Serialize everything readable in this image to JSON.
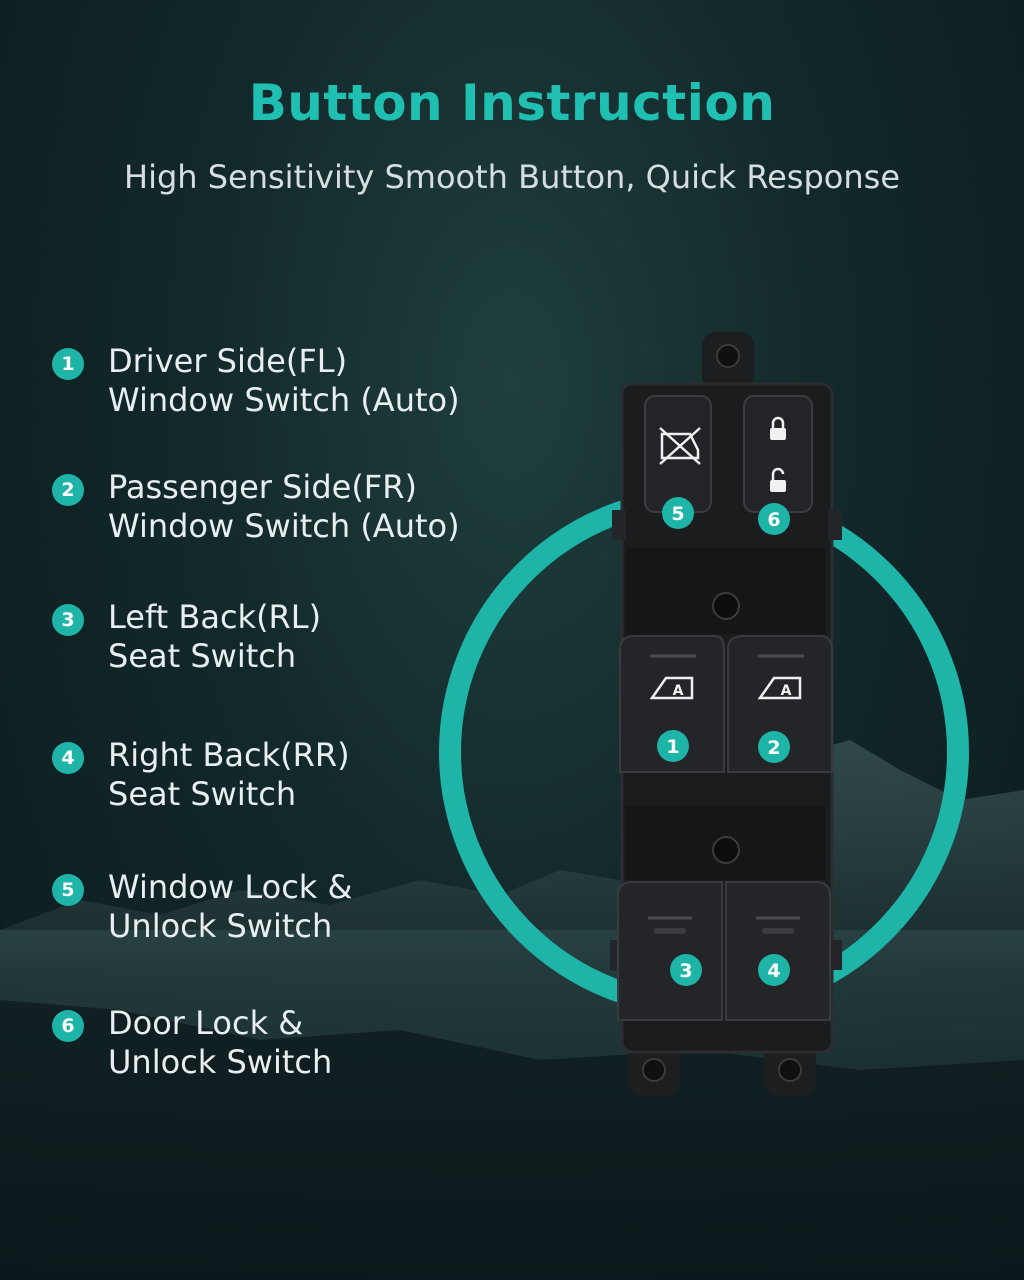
{
  "header": {
    "title": "Button Instruction",
    "subtitle": "High Sensitivity Smooth Button, Quick Response"
  },
  "colors": {
    "accent": "#1fb4a8",
    "title": "#1fc0b2",
    "background": "#12282a",
    "text": "#e9eef0",
    "switch_body": "#1b1c1e"
  },
  "features": [
    {
      "number": "1",
      "line1": "Driver Side(FL)",
      "line2": "Window Switch (Auto)"
    },
    {
      "number": "2",
      "line1": "Passenger Side(FR)",
      "line2": "Window Switch (Auto)"
    },
    {
      "number": "3",
      "line1": "Left Back(RL)",
      "line2": "Seat Switch"
    },
    {
      "number": "4",
      "line1": "Right Back(RR)",
      "line2": "Seat Switch"
    },
    {
      "number": "5",
      "line1": "Window Lock &",
      "line2": "Unlock Switch"
    },
    {
      "number": "6",
      "line1": "Door Lock &",
      "line2": "Unlock Switch"
    }
  ],
  "product": {
    "button_markers": [
      "5",
      "6",
      "1",
      "2",
      "3",
      "4"
    ],
    "window_switch_symbol": "A",
    "icons": [
      "window-lock-icon",
      "lock-closed-icon",
      "lock-open-icon",
      "auto-window-icon"
    ]
  }
}
